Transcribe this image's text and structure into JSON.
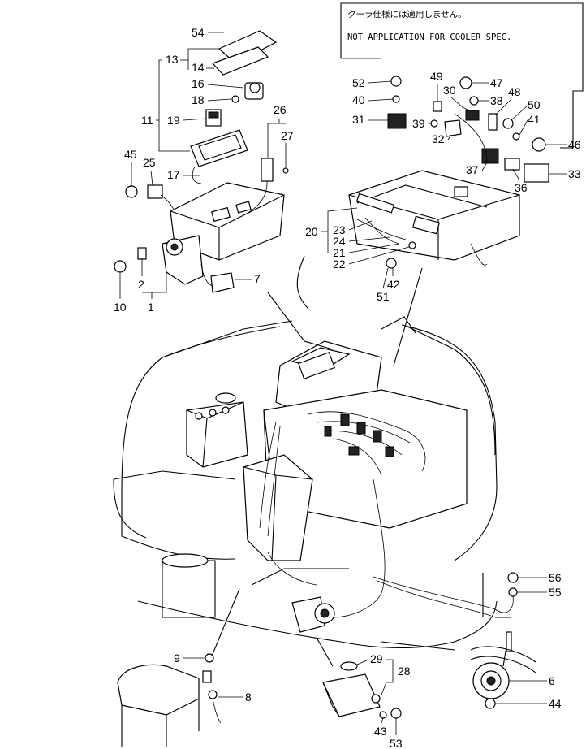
{
  "note": {
    "jp": "クーラ仕様には適用しません。",
    "en": "NOT APPLICATION FOR COOLER SPEC."
  },
  "callouts": {
    "c54": "54",
    "c13": "13",
    "c14": "14",
    "c16": "16",
    "c18": "18",
    "c11": "11",
    "c19": "19",
    "c17": "17",
    "c45": "45",
    "c25": "25",
    "c26": "26",
    "c27": "27",
    "c10": "10",
    "c2": "2",
    "c1": "1",
    "c7": "7",
    "c52": "52",
    "c40": "40",
    "c31": "31",
    "c49": "49",
    "c30": "30",
    "c47": "47",
    "c38": "38",
    "c48": "48",
    "c50": "50",
    "c39": "39",
    "c32": "32",
    "c41": "41",
    "c46": "46",
    "c37": "37",
    "c33": "33",
    "c36": "36",
    "c20": "20",
    "c23": "23",
    "c24": "24",
    "c21": "21",
    "c22": "22",
    "c42": "42",
    "c51": "51",
    "c56": "56",
    "c55": "55",
    "c9": "9",
    "c8": "8",
    "c29": "29",
    "c28": "28",
    "c6": "6",
    "c44": "44",
    "c43": "43",
    "c53": "53"
  }
}
